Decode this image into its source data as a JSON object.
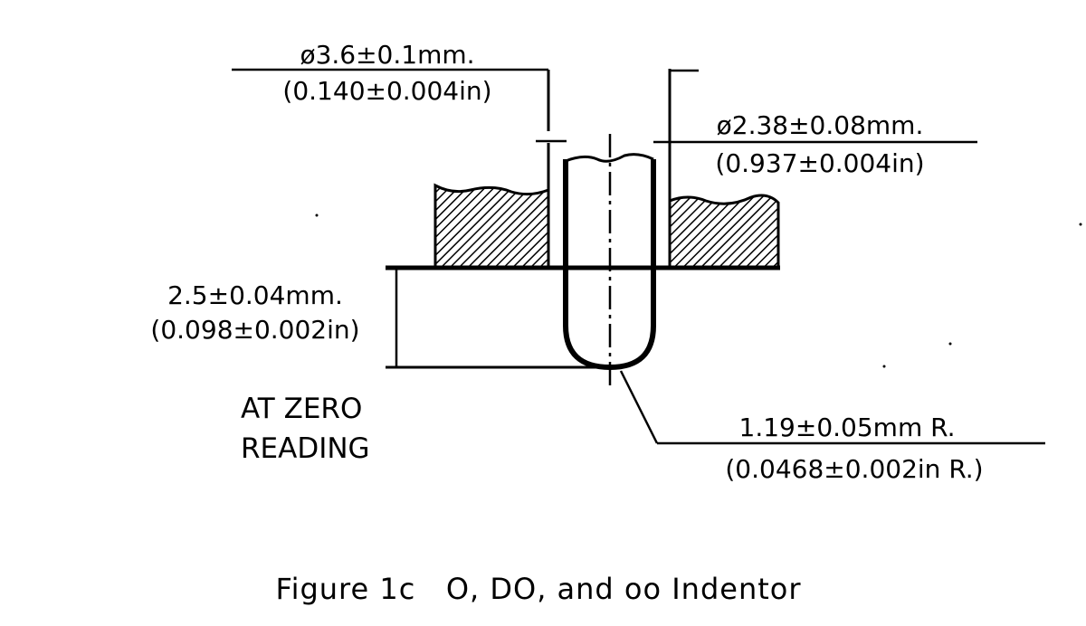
{
  "figure": {
    "caption": "Figure 1c   O, DO, and oo Indentor"
  },
  "dimensions": {
    "outer_diameter": {
      "metric": "ø3.6±0.1mm.",
      "imperial": "(0.140±0.004in)"
    },
    "tip_diameter": {
      "metric": "ø2.38±0.08mm.",
      "imperial": "(0.937±0.004in)"
    },
    "extension": {
      "metric": "2.5±0.04mm.",
      "imperial": "(0.098±0.002in)"
    },
    "tip_radius": {
      "metric": "1.19±0.05mm  R.",
      "imperial": "(0.0468±0.002in  R.)"
    }
  },
  "note": {
    "line1": "AT  ZERO",
    "line2": "READING"
  },
  "colors": {
    "ink": "#000000",
    "paper": "#ffffff"
  }
}
